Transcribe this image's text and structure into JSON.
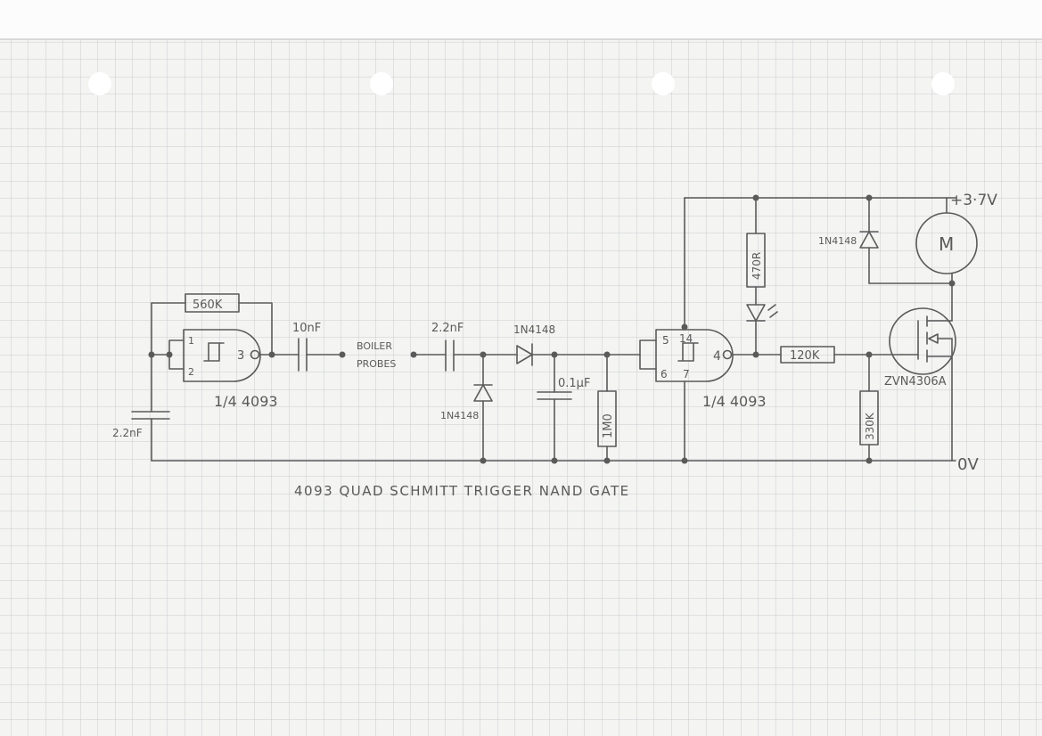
{
  "diagram": {
    "supply_positive": "+3·7V",
    "supply_ground": "0V",
    "caption": "4093  QUAD  SCHMITT TRIGGER NAND GATE",
    "oscillator": {
      "feedback_resistor": "560K",
      "pin1": "1",
      "pin2": "2",
      "pin3": "3",
      "gate_label": "1/4 4093",
      "timing_cap": "2.2nF"
    },
    "coupling_cap": "10nF",
    "probes": {
      "line1": "BOILER",
      "line2": "PROBES"
    },
    "input_cap": "2.2nF",
    "clamp_diode": "1N4148",
    "series_diode": "1N4148",
    "filter_cap": "0.1µF",
    "bleed_resistor": "1M0",
    "comparator": {
      "pin5": "5",
      "pin6": "6",
      "pin14": "14",
      "pin7": "7",
      "pin4": "4",
      "gate_label": "1/4 4093"
    },
    "led_resistor": "470R",
    "gate_resistor": "120K",
    "pulldown_resistor": "330K",
    "flyback_diode": "1N4148",
    "motor_symbol": "M",
    "mosfet": "ZVN4306A"
  },
  "colors": {
    "ink": "#5a5a5a",
    "grid": "#c9ccd2",
    "paper": "#f4f4f2"
  }
}
